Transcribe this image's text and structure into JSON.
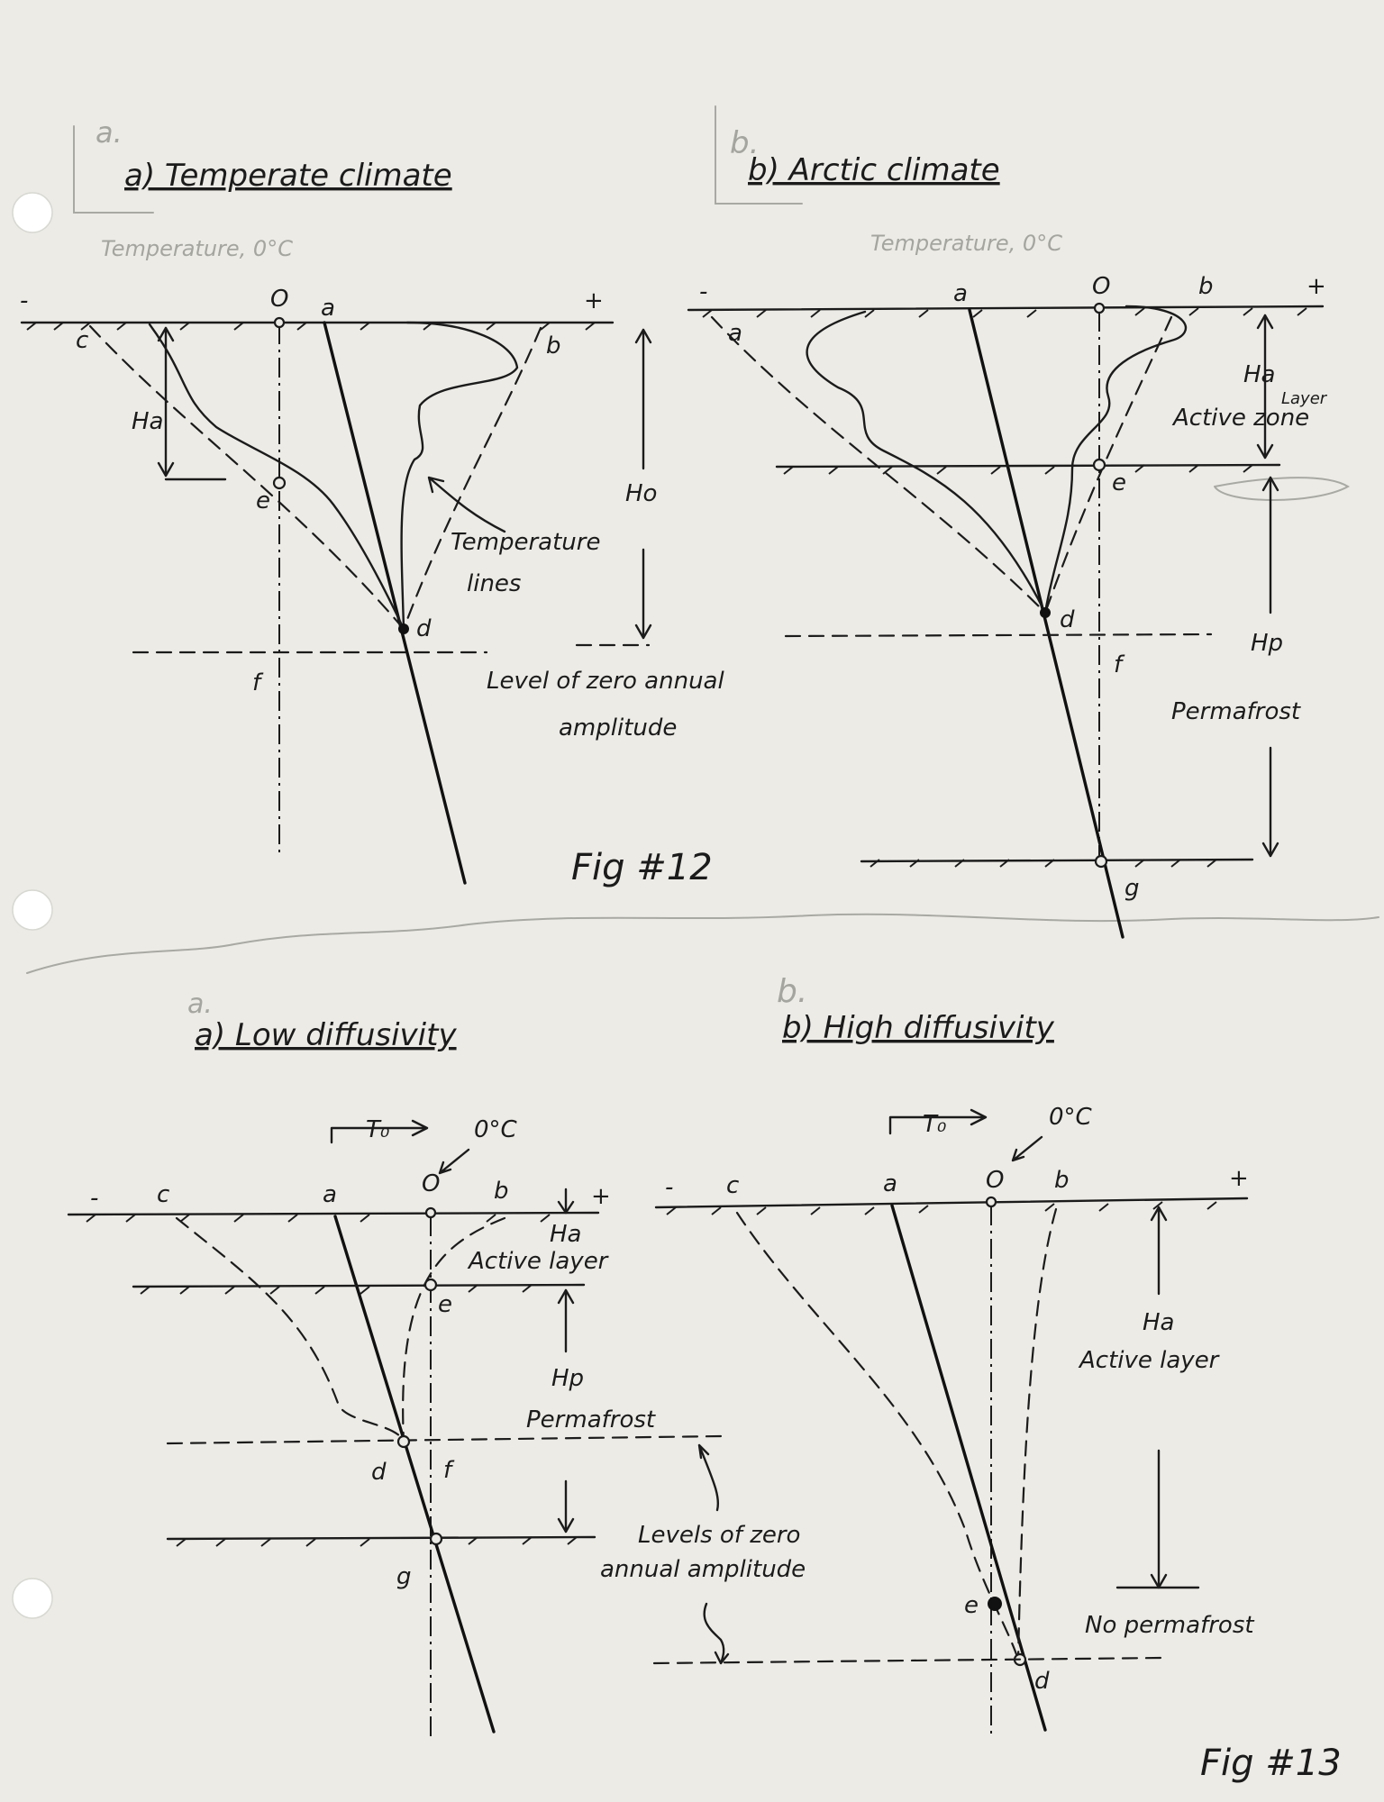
{
  "figures": {
    "fig12": {
      "caption": "Fig #12",
      "panel_a": {
        "corner_mark": "a.",
        "title": "a) Temperate climate",
        "temperature_note": "Temperature, 0°C",
        "minus": "-",
        "plus": "+",
        "zero": "O",
        "labels": {
          "a": "a",
          "b": "b",
          "c": "c",
          "d": "d",
          "e": "e",
          "f": "f"
        },
        "ha": "Ha",
        "ho": "Ho",
        "temp_lines": "Temperature",
        "temp_lines2": "lines",
        "zero_level": "Level of zero annual",
        "zero_level2": "amplitude"
      },
      "panel_b": {
        "corner_mark": "b.",
        "title": "b) Arctic climate",
        "temperature_note": "Temperature, 0°C",
        "minus": "-",
        "plus": "+",
        "zero": "O",
        "labels": {
          "a": "a",
          "a_left": "a",
          "b": "b",
          "d": "d",
          "e": "e",
          "f": "f",
          "g": "g"
        },
        "ha": "Ha",
        "active_layer": "Active zone",
        "layer_insert": "Layer",
        "hp": "Hp",
        "permafrost": "Permafrost"
      }
    },
    "fig13": {
      "caption": "Fig #13",
      "panel_a": {
        "corner_mark": "a.",
        "title": "a) Low diffusivity",
        "t0": "T₀",
        "zero_c": "0°C",
        "minus": "-",
        "plus": "+",
        "zero": "O",
        "labels": {
          "a": "a",
          "b": "b",
          "c": "c",
          "d": "d",
          "e": "e",
          "f": "f",
          "g": "g"
        },
        "ha": "Ha",
        "active_layer": "Active layer",
        "hp": "Hp",
        "permafrost": "Permafrost",
        "levels": "Levels of zero",
        "levels2": "annual amplitude"
      },
      "panel_b": {
        "corner_mark": "b.",
        "title": "b) High diffusivity",
        "t0": "T₀",
        "zero_c": "0°C",
        "minus": "-",
        "plus": "+",
        "zero": "O",
        "labels": {
          "a": "a",
          "b": "b",
          "c": "c",
          "d": "d",
          "e": "e"
        },
        "ha": "Ha",
        "active_layer": "Active layer",
        "no_permafrost": "No permafrost"
      }
    }
  },
  "colors": {
    "paper": "#ecebe6",
    "ink": "#1b1b1b",
    "pencil": "#a9a9a4"
  }
}
